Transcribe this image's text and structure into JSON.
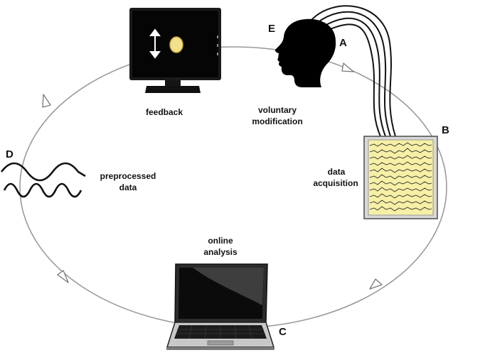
{
  "stages": {
    "feedback": {
      "letter": "",
      "label": "feedback"
    },
    "voluntary_modification": {
      "letter": "E",
      "line1": "voluntary",
      "line2": "modification"
    },
    "electrodes": {
      "letter": "A"
    },
    "data_acquisition": {
      "letter": "B",
      "line1": "data",
      "line2": "acquisition"
    },
    "online_analysis": {
      "letter": "C",
      "line1": "online",
      "line2": "analysis"
    },
    "preprocessed_data": {
      "letter": "D",
      "line1": "preprocessed",
      "line2": "data"
    }
  },
  "colors": {
    "cycle_line": "#9a9a9a",
    "arrowhead_fill": "#ffffff",
    "screen_black": "#050505",
    "feedback_target": "#f2e08a",
    "eeg_background": "#f6efa6",
    "eeg_trace": "#2a2a2a",
    "head": "#000000"
  },
  "icons": {
    "monitor": "monitor-icon",
    "head": "head-silhouette-icon",
    "eeg_screen": "eeg-display-icon",
    "laptop": "laptop-icon",
    "waves": "waveform-icon"
  }
}
